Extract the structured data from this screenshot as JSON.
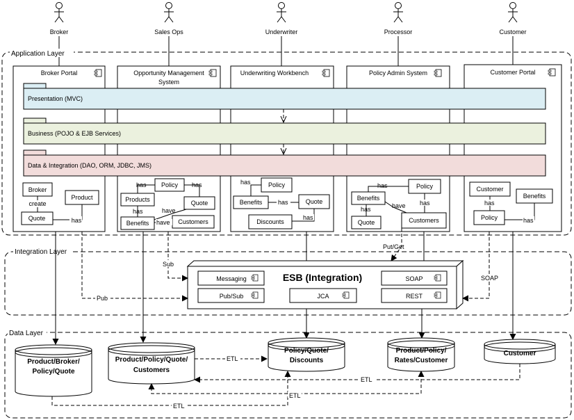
{
  "actors": [
    "Broker",
    "Sales Ops",
    "Underwriter",
    "Processor",
    "Customer"
  ],
  "layers": {
    "application": "Application Layer",
    "integration": "Integration Layer",
    "data": "Data Layer"
  },
  "systems": {
    "broker_portal": "Broker Portal",
    "opportunity_line1": "Opportunity Management",
    "opportunity_line2": "System",
    "underwriting": "Underwriting Workbench",
    "policy_admin": "Policy Admin System",
    "customer_portal": "Customer Portal"
  },
  "tiers": {
    "presentation": "Presentation (MVC)",
    "business": "Business (POJO & EJB Services)",
    "data": "Data & Integration (DAO, ORM, JDBC, JMS)"
  },
  "entities": {
    "broker": "Broker",
    "quote": "Quote",
    "product": "Product",
    "policy": "Policy",
    "products": "Products",
    "benefits": "Benefits",
    "customers": "Customers",
    "discounts": "Discounts",
    "customer": "Customer"
  },
  "relations": {
    "create": "create",
    "has": "has",
    "have": "have"
  },
  "esb": {
    "title": "ESB (Integration)",
    "messaging": "Messaging",
    "pubsub": "Pub/Sub",
    "jca": "JCA",
    "soap": "SOAP",
    "rest": "REST"
  },
  "flows": {
    "pub": "Pub",
    "sub": "Sub",
    "putget": "Put/Get",
    "soap": "SOAP",
    "etl": "ETL"
  },
  "databases": {
    "db1_line1": "Product/Broker/",
    "db1_line2": "Policy/Quote",
    "db2_line1": "Product/Policy/Quote/",
    "db2_line2": "Customers",
    "db3_line1": "Policy/Quote/",
    "db3_line2": "Discounts",
    "db4_line1": "Product/Policy/",
    "db4_line2": "Rates/Customer",
    "db5_line1": "Customer"
  },
  "colors": {
    "presentation": "#dbeef4",
    "business": "#ebf1de",
    "data": "#f2dcdb"
  }
}
